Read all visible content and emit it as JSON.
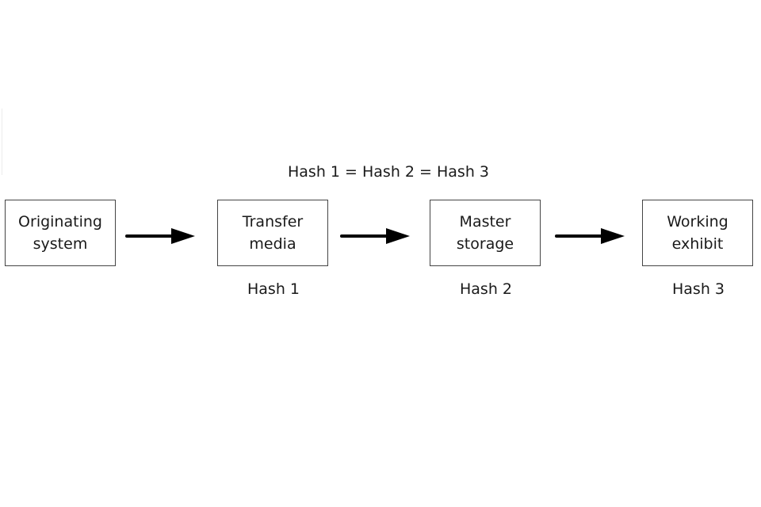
{
  "equation": "Hash 1 = Hash 2 = Hash 3",
  "stages": [
    {
      "line1": "Originating",
      "line2": "system",
      "hash": ""
    },
    {
      "line1": "Transfer",
      "line2": "media",
      "hash": "Hash 1"
    },
    {
      "line1": "Master",
      "line2": "storage",
      "hash": "Hash 2"
    },
    {
      "line1": "Working",
      "line2": "exhibit",
      "hash": "Hash 3"
    }
  ],
  "arrows": [
    "arrow-right-icon",
    "arrow-right-icon",
    "arrow-right-icon"
  ]
}
